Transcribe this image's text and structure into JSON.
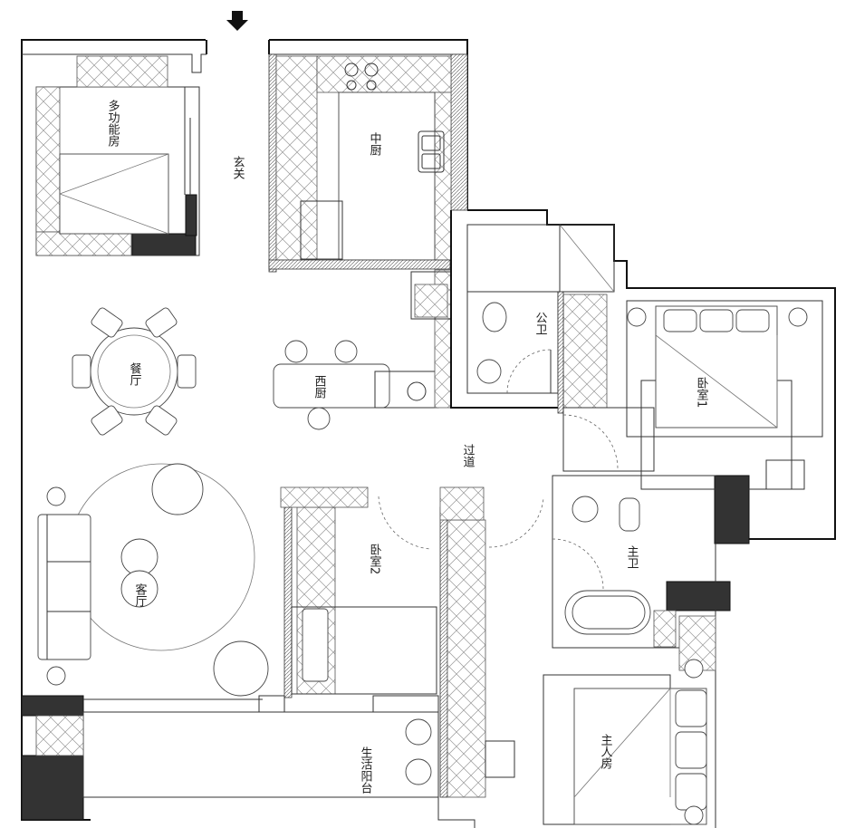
{
  "rooms": {
    "multi_function_room": "多功能房",
    "foyer": "玄关",
    "chinese_kitchen": "中厨",
    "dining_room": "餐厅",
    "western_kitchen": "西厨",
    "public_bath": "公卫",
    "bedroom1": "卧室1",
    "corridor": "过道",
    "bedroom2": "卧室2",
    "living_room": "客厅",
    "master_bath": "主卫",
    "master_bedroom": "主人房",
    "service_balcony": "生活阳台"
  },
  "entrance_marker_icon": "down-arrow-icon",
  "colors": {
    "wall": "#111111",
    "structural_column": "#333333",
    "background": "#ffffff"
  }
}
